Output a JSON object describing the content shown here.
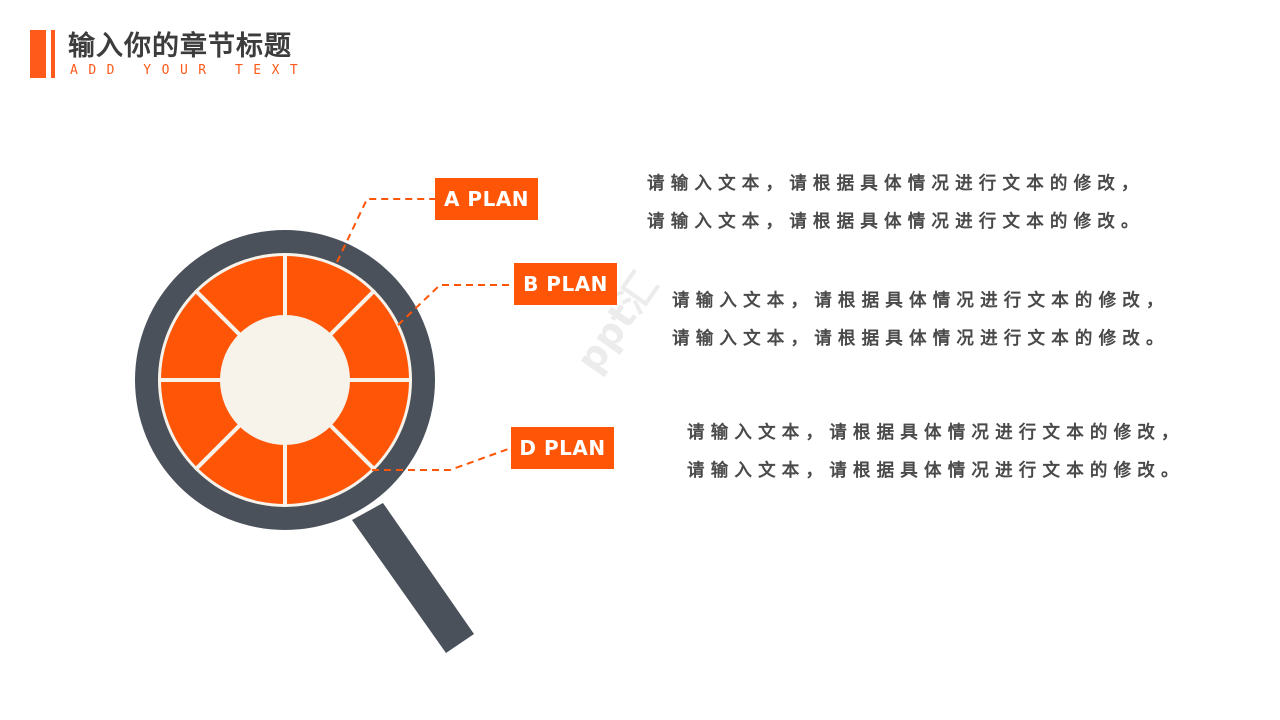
{
  "header": {
    "title": "输入你的章节标题",
    "subtitle": "ADD YOUR TEXT"
  },
  "colors": {
    "accent": "#ff5507",
    "ring": "#4a515b",
    "center": "#f7f2ea",
    "text": "#4a4a4a"
  },
  "watermark": "ppt汇",
  "plans": [
    {
      "label": "A PLAN",
      "lines": [
        "请输入文本，请根据具体情况进行文本的修改，",
        "请输入文本，请根据具体情况进行文本的修改。"
      ]
    },
    {
      "label": "B PLAN",
      "lines": [
        "请输入文本，请根据具体情况进行文本的修改，",
        "请输入文本，请根据具体情况进行文本的修改。"
      ]
    },
    {
      "label": "D PLAN",
      "lines": [
        "请输入文本，请根据具体情况进行文本的修改，",
        "请输入文本，请根据具体情况进行文本的修改。"
      ]
    }
  ]
}
